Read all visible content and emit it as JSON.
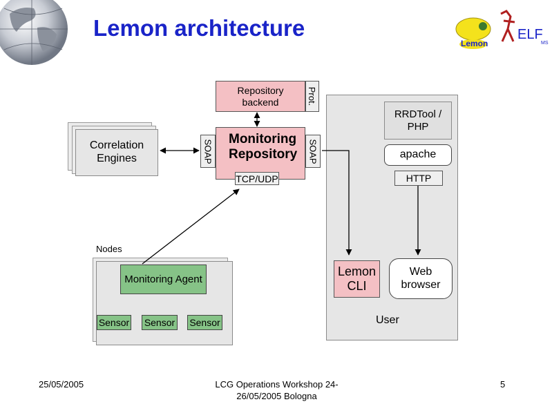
{
  "title": "Lemon architecture",
  "icons": {
    "globe": "globe-icon",
    "logo": "lemon-elfms-logo-icon"
  },
  "colors": {
    "title": "#1a24c8",
    "repository_backend": "#f4c0c4",
    "monitoring_repository": "#f4c0c4",
    "monitoring_agent": "#86c387",
    "sensor": "#86c387",
    "lemon_cli": "#f4c0c4"
  },
  "diagram": {
    "repository_backend": "Repository backend",
    "prot_label": "Prot.",
    "monitoring_repository": "Monitoring Repository",
    "tcp_udp": "TCP/UDP",
    "correlation_engines": "Correlation Engines",
    "soap_left": "SOAP",
    "soap_right": "SOAP",
    "rrdtool_php": "RRDTool / PHP",
    "apache": "apache",
    "http": "HTTP",
    "nodes": "Nodes",
    "monitoring_agent": "Monitoring Agent",
    "sensors": [
      "Sensor",
      "Sensor",
      "Sensor"
    ],
    "lemon_cli": "Lemon CLI",
    "web_browser": "Web browser",
    "user": "User"
  },
  "footer": {
    "date": "25/05/2005",
    "event": "LCG Operations Workshop 24-26/05/2005 Bologna",
    "page": "5"
  }
}
